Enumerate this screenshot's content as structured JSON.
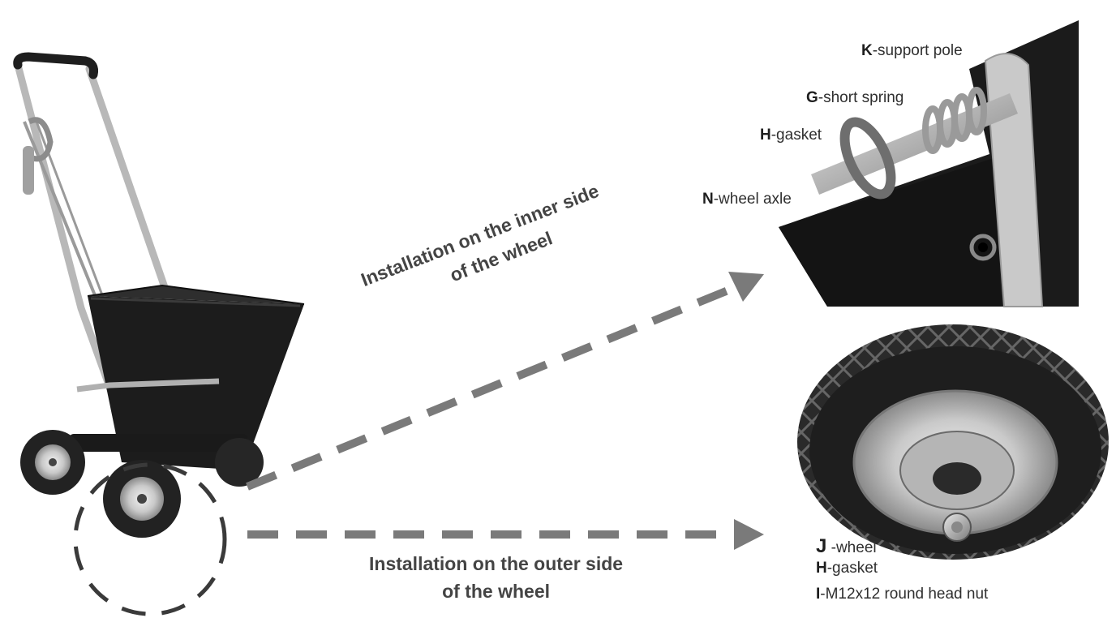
{
  "captions": {
    "inner": {
      "line1": "Installation on the inner side",
      "line2": "of the wheel"
    },
    "outer": {
      "line1": "Installation on the outer side",
      "line2": "of the wheel"
    }
  },
  "inner_parts": [
    {
      "letter": "K",
      "text": "-support pole"
    },
    {
      "letter": "G",
      "text": "-short spring"
    },
    {
      "letter": "H",
      "text": "-gasket"
    },
    {
      "letter": "N",
      "text": "-wheel axle"
    }
  ],
  "outer_parts": [
    {
      "letter": "J",
      "text": " -wheel"
    },
    {
      "letter": "H",
      "text": "-gasket"
    },
    {
      "letter": "I",
      "text": "-M12x12 round head nut"
    }
  ],
  "colors": {
    "arrow": "#7a7a7a",
    "hopper": "#1c1c1c",
    "frame": "#b8b8b8",
    "tire": "#222222"
  }
}
